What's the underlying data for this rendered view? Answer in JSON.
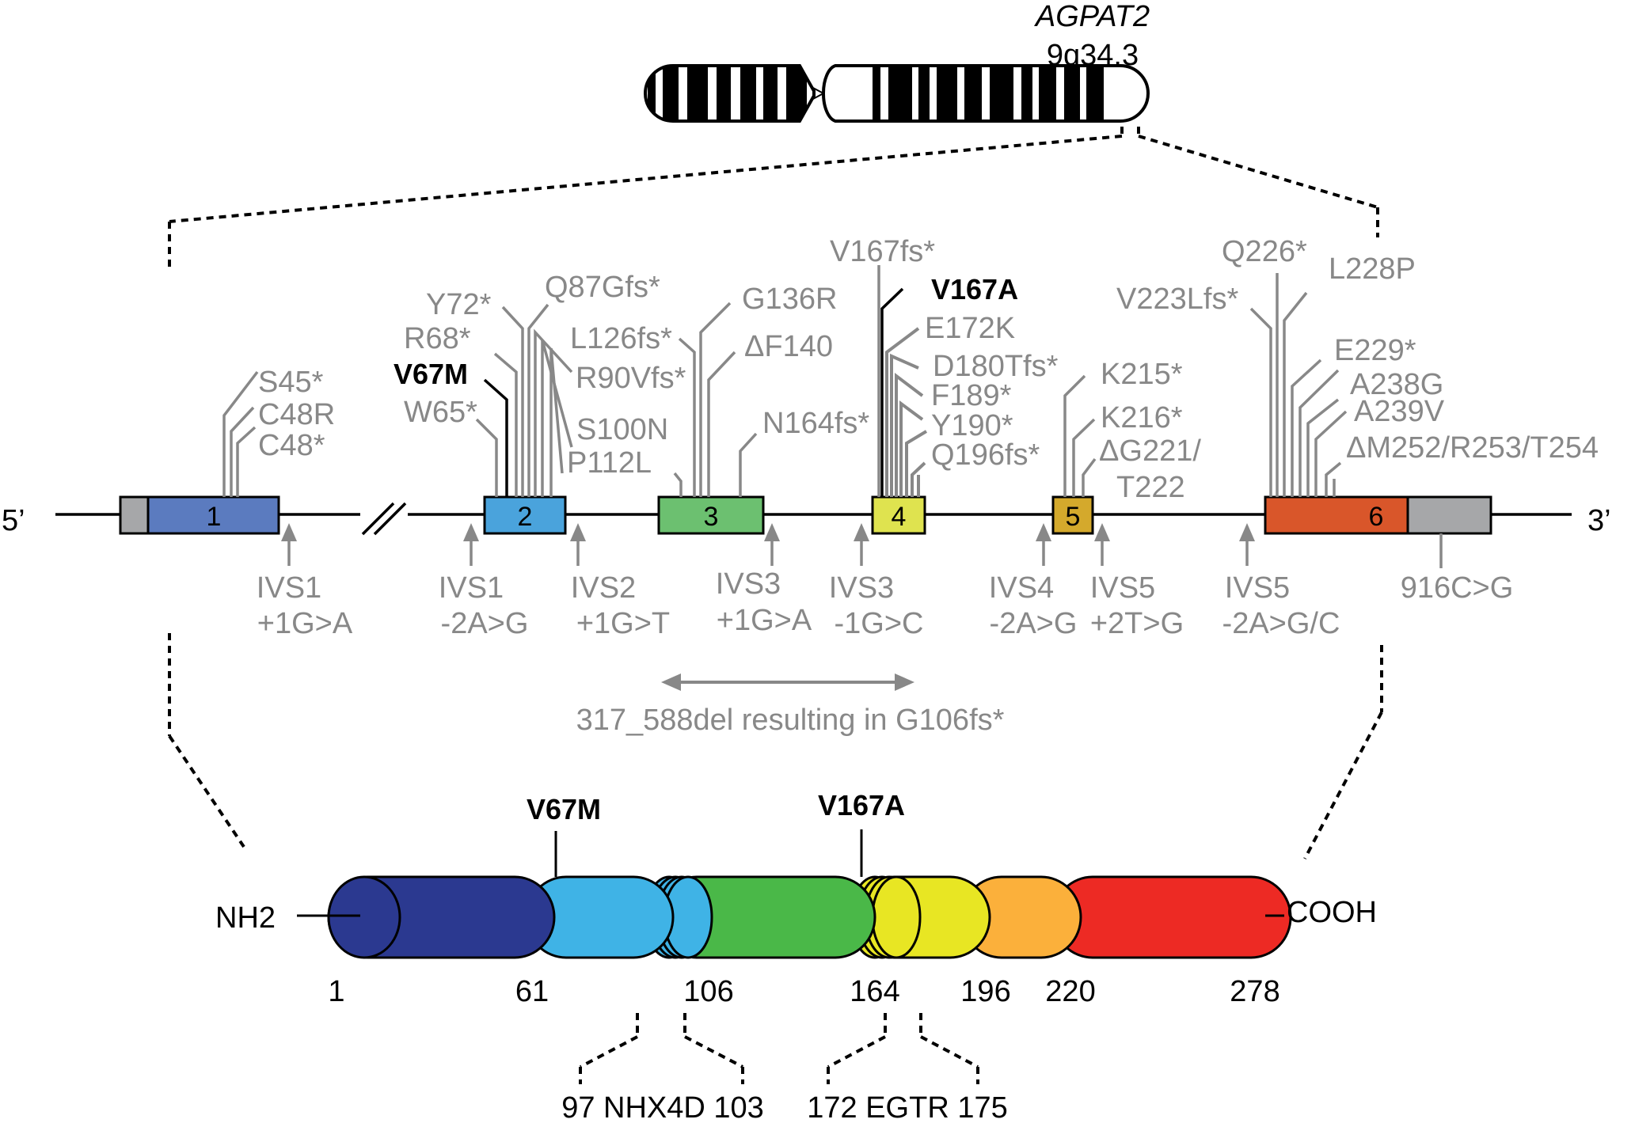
{
  "chromosome": {
    "gene": "AGPAT2",
    "band": "9q34.3"
  },
  "gene_structure": {
    "five_prime": "5’",
    "three_prime": "3’",
    "exons": [
      {
        "label": "1",
        "color": "#5b7bbf"
      },
      {
        "label": "2",
        "color": "#4aa3dc"
      },
      {
        "label": "3",
        "color": "#6cc070"
      },
      {
        "label": "4",
        "color": "#dfe34f"
      },
      {
        "label": "5",
        "color": "#d4a92c"
      },
      {
        "label": "6",
        "color": "#d9562a"
      }
    ],
    "utr_color": "#a6a7a9"
  },
  "mutations_above": {
    "exon1": [
      "S45*",
      "C48R",
      "C48*"
    ],
    "exon2_gray": [
      "Y72*",
      "Q87Gfs*",
      "R68*",
      "R90Vfs*",
      "W65*",
      "S100N",
      "P112L"
    ],
    "exon2_bold": "V67M",
    "exon3": [
      "G136R",
      "L126fs*",
      "ΔF140",
      "N164fs*"
    ],
    "exon4_gray": [
      "V167fs*",
      "E172K",
      "D180Tfs*",
      "F189*",
      "Y190*",
      "Q196fs*"
    ],
    "exon4_bold": "V167A",
    "exon5": [
      "K215*",
      "K216*",
      "ΔG221/",
      "T222"
    ],
    "exon6": [
      "Q226*",
      "L228P",
      "V223Lfs*",
      "E229*",
      "A238G",
      "A239V",
      "ΔM252/R253/T254"
    ]
  },
  "splice_sites": [
    {
      "line1": "IVS1",
      "line2": "+1G>A"
    },
    {
      "line1": "IVS1",
      "line2": "-2A>G"
    },
    {
      "line1": "IVS2",
      "line2": "+1G>T"
    },
    {
      "line1": "IVS3",
      "line2": "+1G>A"
    },
    {
      "line1": "IVS3",
      "line2": "-1G>C"
    },
    {
      "line1": "IVS4",
      "line2": "-2A>G"
    },
    {
      "line1": "IVS5",
      "line2": "+2T>G"
    },
    {
      "line1": "IVS5",
      "line2": "-2A>G/C"
    }
  ],
  "utr_variant": "916C>G",
  "deletion": "317_588del resulting in G106fs*",
  "protein": {
    "n_term": "NH2",
    "c_term": "COOH",
    "mutations": [
      "V67M",
      "V167A"
    ],
    "positions": [
      "1",
      "61",
      "106",
      "164",
      "196",
      "220",
      "278"
    ],
    "motifs": [
      "97 NHX4D 103",
      "172 EGTR 175"
    ],
    "colors": [
      "#2b3990",
      "#3fb3e6",
      "#4ab848",
      "#e8e623",
      "#fbb03b",
      "#ed2a24"
    ]
  }
}
